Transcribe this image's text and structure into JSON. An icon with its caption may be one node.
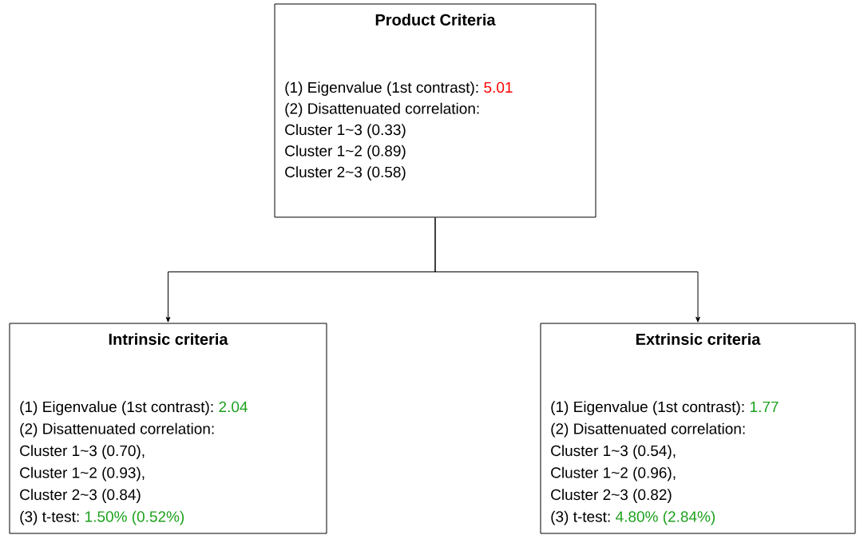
{
  "diagram": {
    "nodes": [
      {
        "text": [
          "Product Criteria",
          "(1) Eigenvalue (1st contrast):",
          "5.01",
          "(2) Disattenuated correlation:",
          "Cluster 1~3 (0.33)",
          "Cluster 1~2 (0.89)",
          "Cluster 2~3 (0.58)"
        ]
      },
      {
        "text": [
          "Intrinsic criteria",
          "(1) Eigenvalue (1st contrast):",
          "2.04",
          "(2) Disattenuated correlation:",
          "Cluster 1~3 (0.70),",
          "Cluster 1~2 (0.93),",
          "Cluster 2~3 (0.84)",
          "(3) t-test:",
          "1.50% (0.52%)"
        ]
      },
      {
        "text": [
          "Extrinsic criteria",
          "(1) Eigenvalue (1st contrast):",
          "1.77",
          "(2) Disattenuated correlation:",
          "Cluster 1~3 (0.54),",
          "Cluster 1~2 (0.96),",
          "Cluster 2~3 (0.82)",
          "(3) t-test:",
          "4.80% (2.84%)"
        ]
      }
    ],
    "edges": [
      {
        "from": 0,
        "to": 1,
        "arrow": "to"
      },
      {
        "from": 0,
        "to": 2,
        "arrow": "to"
      }
    ]
  }
}
